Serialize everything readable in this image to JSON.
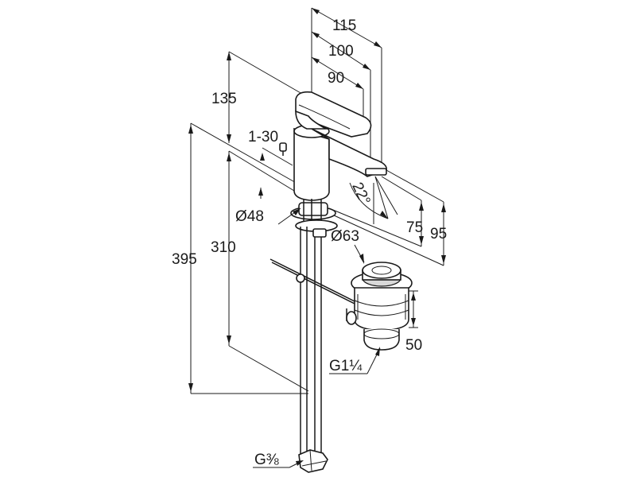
{
  "dimensions": {
    "d115": "115",
    "d100": "100",
    "d90": "90",
    "d135": "135",
    "d1_30": "1-30",
    "d22": "22°",
    "d75": "75",
    "d95": "95",
    "d48": "Ø48",
    "d63": "Ø63",
    "d395": "395",
    "d310": "310",
    "d50": "50",
    "thread_g114": "G1¼",
    "thread_g38": "G⅜"
  }
}
